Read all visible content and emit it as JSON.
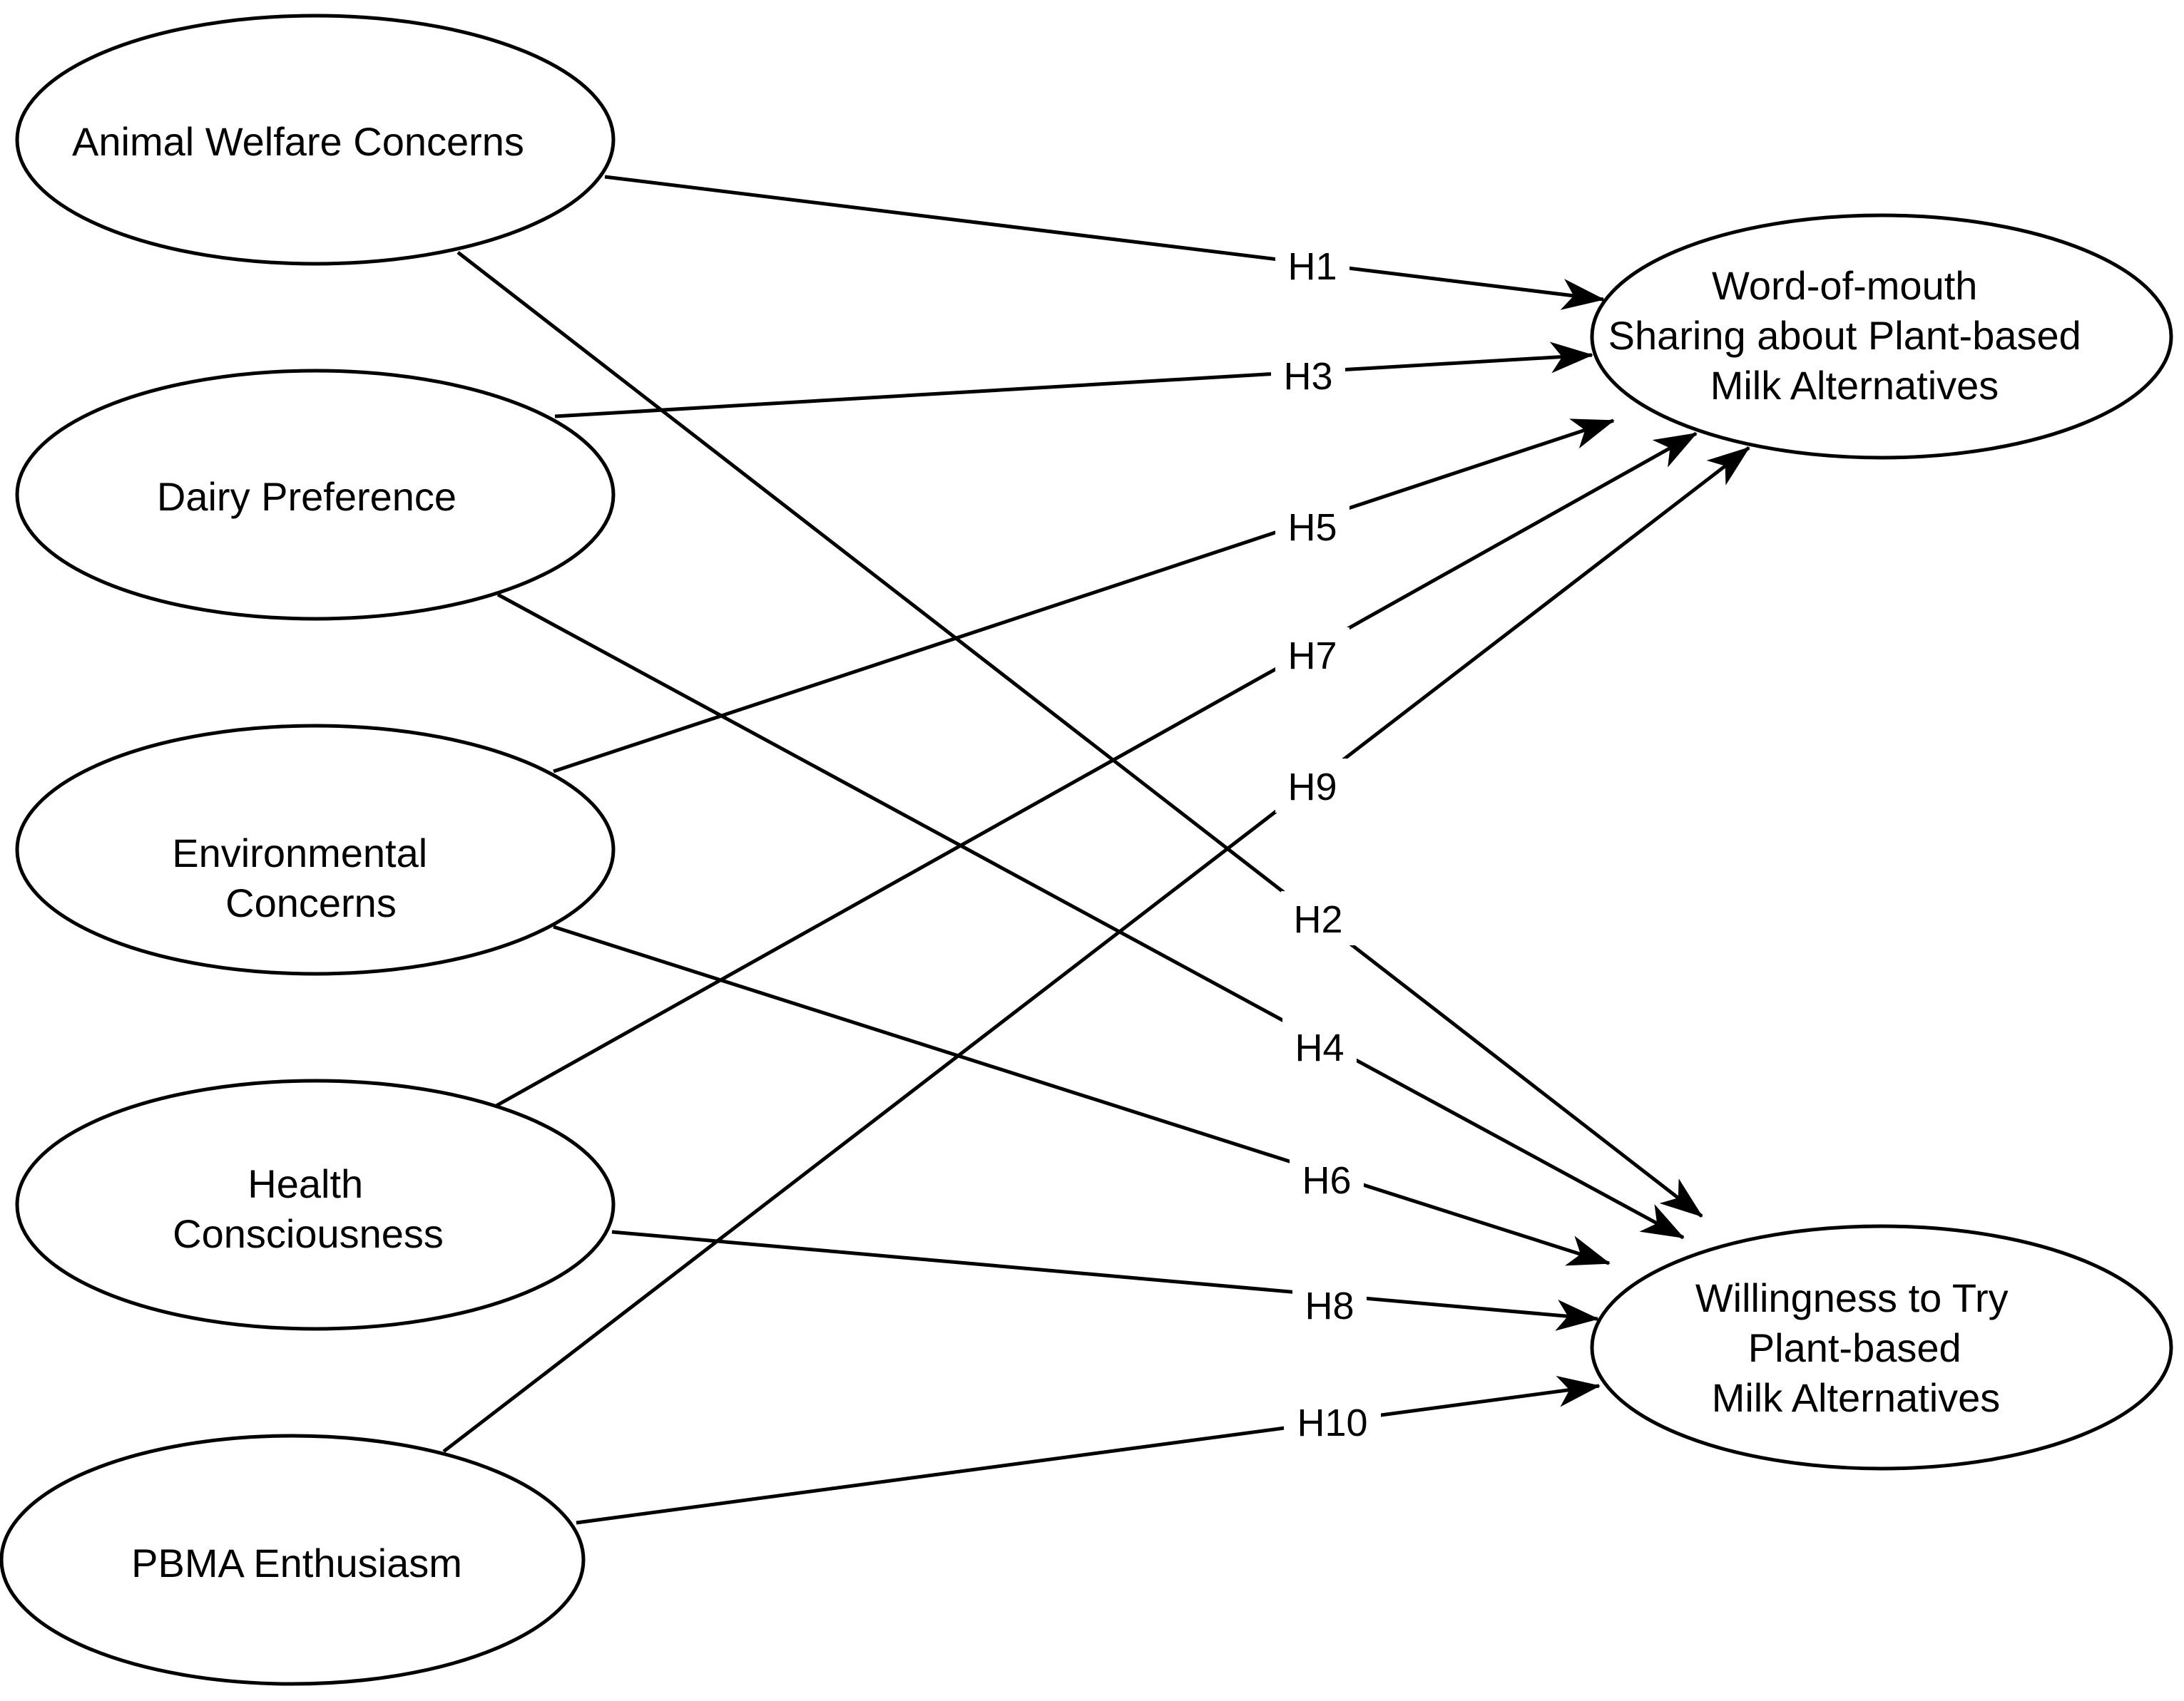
{
  "nodes": {
    "animal_welfare": {
      "lines": [
        "Animal Welfare Concerns"
      ]
    },
    "dairy_preference": {
      "lines": [
        "Dairy Preference"
      ]
    },
    "environmental": {
      "lines": [
        "Environmental",
        "Concerns"
      ]
    },
    "health": {
      "lines": [
        "Health",
        "Consciousness"
      ]
    },
    "pbma": {
      "lines": [
        "PBMA Enthusiasm"
      ]
    },
    "wom": {
      "lines": [
        "Word-of-mouth",
        "Sharing about Plant-based",
        "Milk Alternatives"
      ]
    },
    "wtt": {
      "lines": [
        "Willingness to Try",
        "Plant-based",
        "Milk Alternatives"
      ]
    }
  },
  "edges": [
    {
      "id": "h1",
      "from": "animal_welfare",
      "to": "wom",
      "label": "H1"
    },
    {
      "id": "h2",
      "from": "animal_welfare",
      "to": "wtt",
      "label": "H2"
    },
    {
      "id": "h3",
      "from": "dairy_preference",
      "to": "wom",
      "label": "H3"
    },
    {
      "id": "h4",
      "from": "dairy_preference",
      "to": "wtt",
      "label": "H4"
    },
    {
      "id": "h5",
      "from": "environmental",
      "to": "wom",
      "label": "H5"
    },
    {
      "id": "h6",
      "from": "environmental",
      "to": "wtt",
      "label": "H6"
    },
    {
      "id": "h7",
      "from": "health",
      "to": "wom",
      "label": "H7"
    },
    {
      "id": "h8",
      "from": "health",
      "to": "wtt",
      "label": "H8"
    },
    {
      "id": "h9",
      "from": "pbma",
      "to": "wom",
      "label": "H9"
    },
    {
      "id": "h10",
      "from": "pbma",
      "to": "wtt",
      "label": "H10"
    }
  ]
}
